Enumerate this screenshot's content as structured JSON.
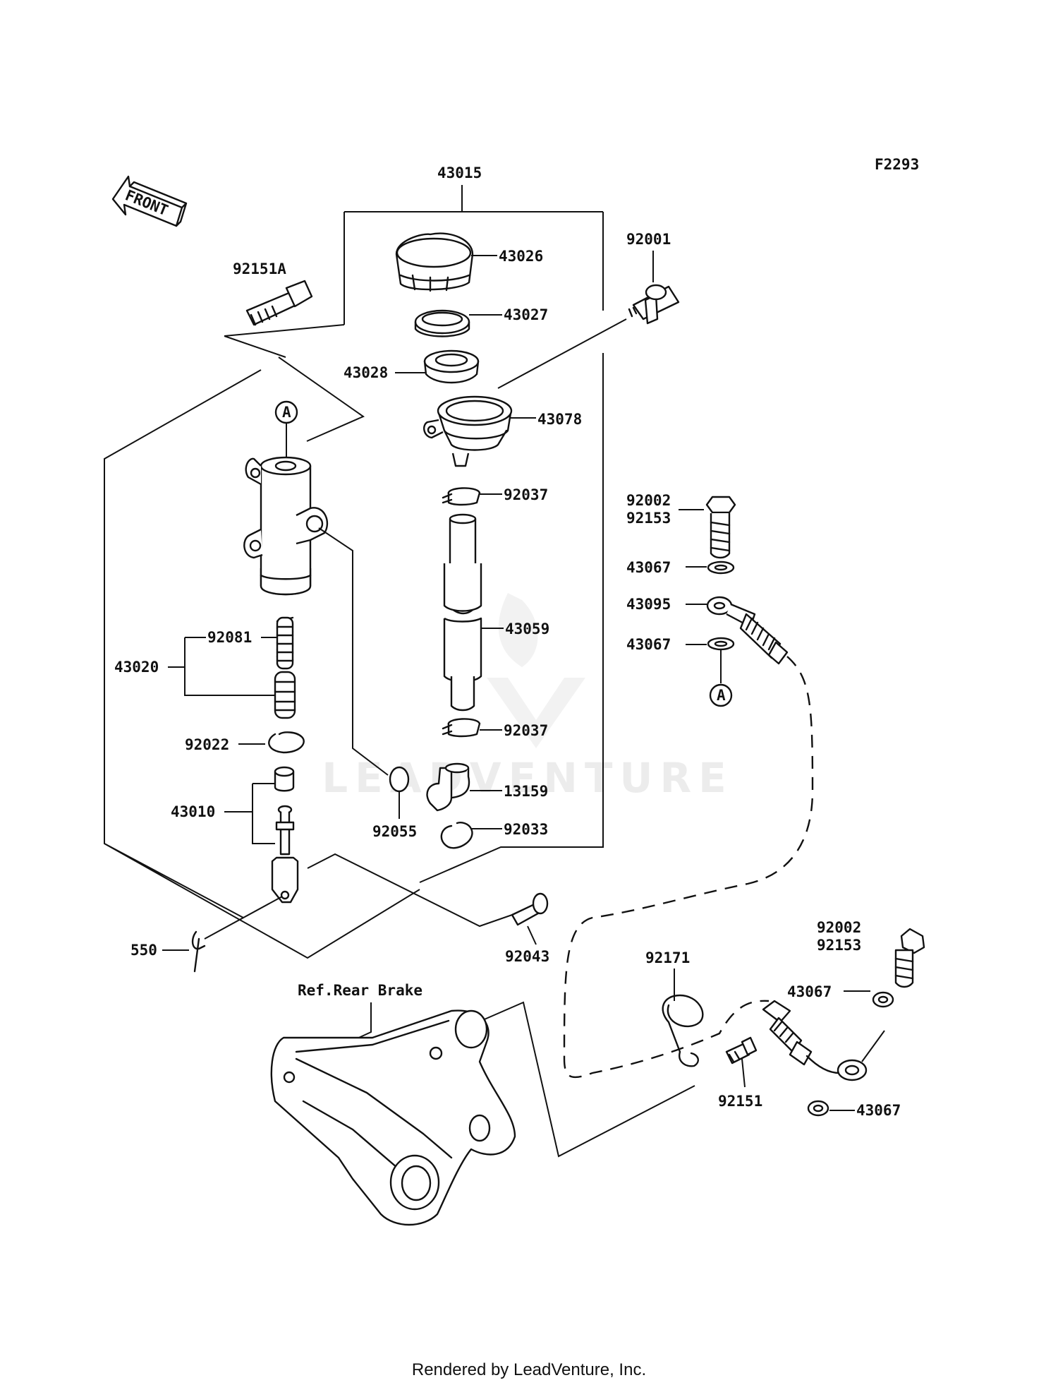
{
  "diagram_code": "F2293",
  "front_label": "FRONT",
  "callout_a": "A",
  "ref_label": "Ref.Rear Brake",
  "watermark": "LEADVENTURE",
  "footer": "Rendered by LeadVenture, Inc.",
  "parts": {
    "p43015": "43015",
    "p43026": "43026",
    "p43027": "43027",
    "p43028": "43028",
    "p43078": "43078",
    "p92001": "92001",
    "p92151A": "92151A",
    "p92037_top": "92037",
    "p92037_bottom": "92037",
    "p43059": "43059",
    "p13159": "13159",
    "p92033": "92033",
    "p92055": "92055",
    "p92081": "92081",
    "p43020": "43020",
    "p92022": "92022",
    "p43010": "43010",
    "p550": "550",
    "p92043": "92043",
    "p92002_top": "92002",
    "p92153_top": "92153",
    "p43067_a": "43067",
    "p43095": "43095",
    "p43067_b": "43067",
    "p92171": "92171",
    "p92151": "92151",
    "p92002_bottom": "92002",
    "p92153_bottom": "92153",
    "p43067_c": "43067",
    "p43067_d": "43067"
  }
}
